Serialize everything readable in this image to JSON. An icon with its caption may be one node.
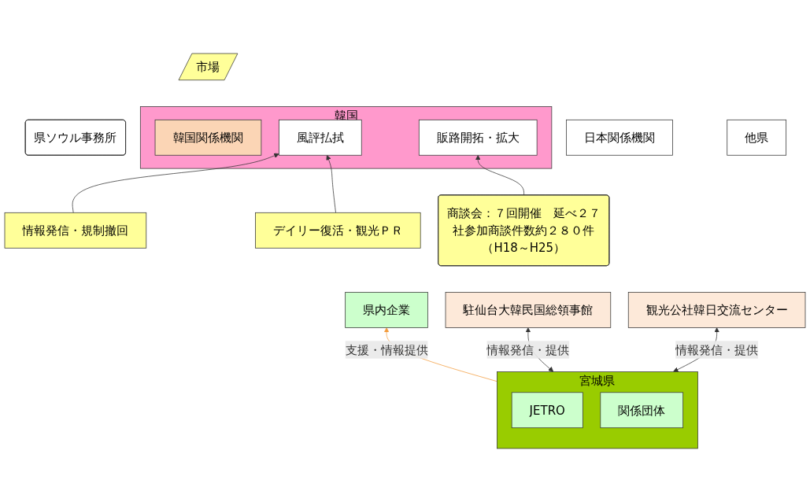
{
  "diagram": {
    "nodes": [
      {
        "text": [
          "韓国"
        ]
      },
      {
        "text": [
          "市場"
        ]
      },
      {
        "text": [
          "韓国関係機関"
        ],
        "in": 0
      },
      {
        "text": [
          "風評払拭"
        ],
        "in": 0
      },
      {
        "text": [
          "販路開拓・拡大"
        ],
        "in": 0
      },
      {
        "text": [
          "駐仙台大韓民国総領事館"
        ]
      },
      {
        "text": [
          "観光公社韓日交流センター"
        ]
      },
      {
        "text": [
          "日本関係機関"
        ]
      },
      {
        "text": [
          "他県"
        ]
      },
      {
        "text": [
          "県ソウル事務所"
        ]
      },
      {
        "text": [
          "商談会：７回開催　延べ２７社参加商談件数約２８０件（H18～H25）"
        ]
      },
      {
        "text": [
          "情報発信・規制撤回"
        ]
      },
      {
        "text": [
          "デイリー復活・観光ＰＲ"
        ]
      },
      {
        "text": [
          "県内企業"
        ]
      },
      {
        "text": [
          "宮城県"
        ]
      },
      {
        "text": [
          "JETRO"
        ],
        "in": 14
      },
      {
        "text": [
          "関係団体"
        ],
        "in": 14
      }
    ],
    "edges": [
      {
        "from": 11,
        "to": 3,
        "arrow": "to"
      },
      {
        "from": 12,
        "to": 3,
        "arrow": "to"
      },
      {
        "from": 10,
        "to": 4,
        "arrow": "to"
      },
      {
        "from": 14,
        "to": 13,
        "arrow": "to",
        "label": "支援・情報提供",
        "color": "#f39c3c"
      },
      {
        "from": 14,
        "to": 5,
        "arrow": "both",
        "label": "情報発信・提供"
      },
      {
        "from": 14,
        "to": 6,
        "arrow": "both",
        "label": "情報発信・提供"
      }
    ]
  }
}
